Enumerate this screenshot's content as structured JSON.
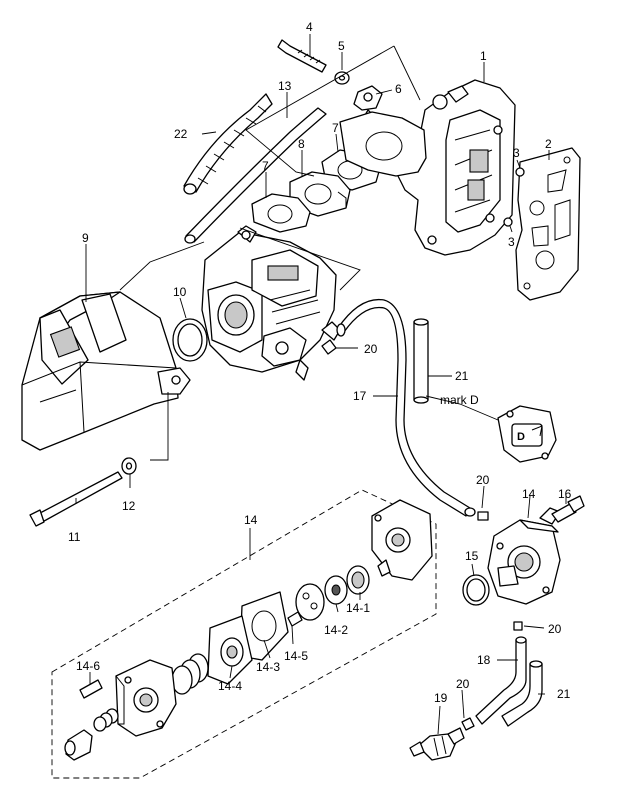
{
  "callouts": {
    "c1": "1",
    "c2": "2",
    "c3a": "3",
    "c3b": "3",
    "c4": "4",
    "c5": "5",
    "c6": "6",
    "c7a": "7",
    "c7b": "7",
    "c8": "8",
    "c9": "9",
    "c10": "10",
    "c11": "11",
    "c12": "12",
    "c13": "13",
    "c14a": "14",
    "c14b": "14",
    "c14_1": "14-1",
    "c14_2": "14-2",
    "c14_3": "14-3",
    "c14_4": "14-4",
    "c14_5": "14-5",
    "c14_6": "14-6",
    "c15": "15",
    "c16": "16",
    "c17": "17",
    "c18": "18",
    "c19": "19",
    "c20a": "20",
    "c20b": "20",
    "c20c": "20",
    "c20d": "20",
    "c21a": "21",
    "c21b": "21",
    "c22": "22"
  },
  "mark_label": "mark D",
  "mark_letter": "D"
}
